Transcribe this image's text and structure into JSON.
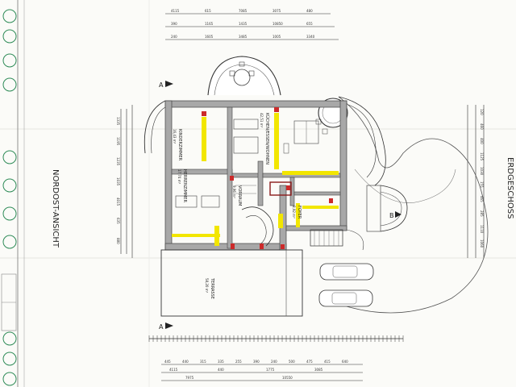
{
  "drawing": {
    "view_label_left": "NORDOST-ANSICHT",
    "view_label_right": "ERDGESCHOSS",
    "section_marker_a": "A",
    "section_marker_b": "B"
  },
  "rooms": [
    {
      "key": "kinderzimmer",
      "name": "KINDERZIMMER",
      "area": "16,43 m²"
    },
    {
      "key": "herrenzimmer",
      "name": "HERRENZIMMER",
      "area": "17,74 m²"
    },
    {
      "key": "vorraum",
      "name": "VORRAUM",
      "area": "9,96 m²"
    },
    {
      "key": "kuechenwohnen",
      "name": "KÜCHEN/ESSEN/WOHNEN",
      "area": "42,51 m²"
    },
    {
      "key": "eingang",
      "name": "FOYER",
      "area": "8,92 m²"
    },
    {
      "key": "terrasse",
      "name": "TERRASSE",
      "area": "58,20 m²"
    }
  ],
  "dimensions": {
    "top_row1": [
      "4115",
      "615",
      "7085",
      "3075",
      "480"
    ],
    "top_row2": [
      "390",
      "1165",
      "1435",
      "10850",
      "655"
    ],
    "top_row3": [
      "240",
      "1605",
      "3485",
      "1005",
      "3340"
    ],
    "left_col": [
      "1335",
      "1195",
      "1235",
      "1035",
      "4015",
      "635",
      "880"
    ],
    "right_col": [
      "120",
      "460",
      "400",
      "1125",
      "1030",
      "155",
      "465",
      "285",
      "1110",
      "1060"
    ],
    "bottom_row1": [
      "445",
      "440",
      "315",
      "335",
      "255",
      "390",
      "240",
      "500",
      "475",
      "415",
      "640"
    ],
    "bottom_row2": [
      "4115",
      "440",
      "1775",
      "3085"
    ],
    "bottom_row3": [
      "7975",
      "10550"
    ]
  },
  "colors": {
    "wall": "#a8a8a8",
    "wall_outline": "#444444",
    "highlight": "#f2e600",
    "accent_red": "#cc2a2a",
    "tree": "#2e8b57"
  }
}
